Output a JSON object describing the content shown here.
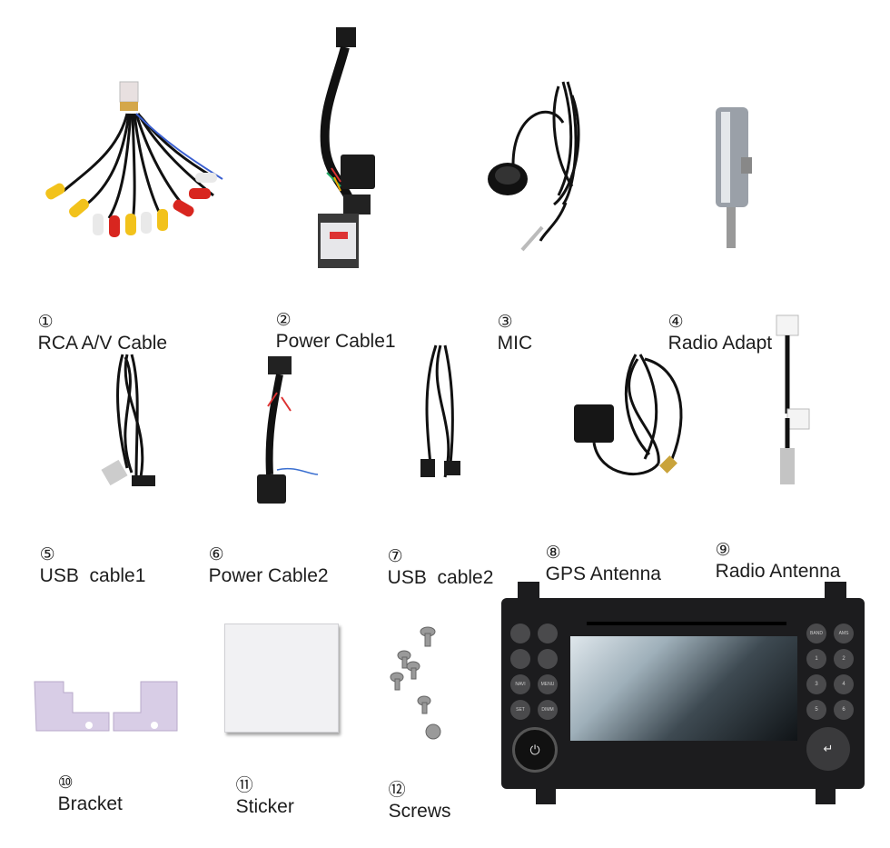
{
  "items": [
    {
      "num": "①",
      "label": "RCA A/V Cable"
    },
    {
      "num": "②",
      "label": "Power Cable1"
    },
    {
      "num": "③",
      "label": "MIC"
    },
    {
      "num": "④",
      "label": "Radio Adapt"
    },
    {
      "num": "⑤",
      "label": "USB  cable1"
    },
    {
      "num": "⑥",
      "label": "Power Cable2"
    },
    {
      "num": "⑦",
      "label": "USB  cable2"
    },
    {
      "num": "⑧",
      "label": "GPS Antenna"
    },
    {
      "num": "⑨",
      "label": "Radio Antenna"
    },
    {
      "num": "⑩",
      "label": "Bracket"
    },
    {
      "num": "⑪",
      "label": "Sticker"
    },
    {
      "num": "⑫",
      "label": "Screws"
    }
  ],
  "head_unit": {
    "left_buttons": [
      "",
      "",
      "",
      "",
      "NAVI",
      "MENU",
      "SET",
      "DIMM"
    ],
    "right_buttons": [
      "BAND",
      "AMS",
      "1",
      "2",
      "3",
      "4",
      "5",
      "6"
    ]
  }
}
